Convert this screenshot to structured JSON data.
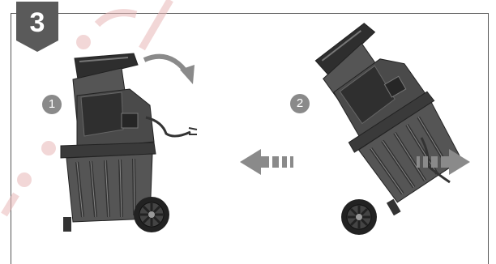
{
  "step_number": "3",
  "sub_steps": [
    {
      "label": "1"
    },
    {
      "label": "2"
    }
  ],
  "colors": {
    "badge": "#5a5a5a",
    "body_dark": "#3c3c3c",
    "body_mid": "#6e6e6e",
    "body_light": "#9b9b9b",
    "arrow": "#8a8a8a",
    "watermark": "#e6b3b3"
  },
  "icons": [
    "rotate-arrow-icon",
    "move-left-arrow-icon",
    "move-right-arrow-icon"
  ]
}
